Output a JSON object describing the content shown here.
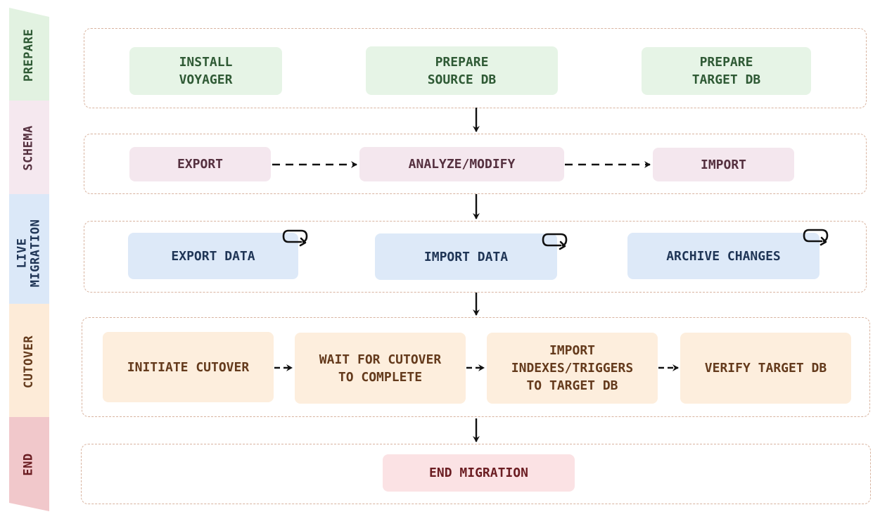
{
  "phases": [
    {
      "label": "PREPARE"
    },
    {
      "label": "SCHEMA"
    },
    {
      "label": "LIVE\nMIGRATION"
    },
    {
      "label": "CUTOVER"
    },
    {
      "label": "END"
    }
  ],
  "prepare": {
    "install": "INSTALL\nVOYAGER",
    "source": "PREPARE\nSOURCE DB",
    "target": "PREPARE\nTARGET DB"
  },
  "schema": {
    "export": "EXPORT",
    "analyze": "ANALYZE/MODIFY",
    "import": "IMPORT"
  },
  "live": {
    "export_data": "EXPORT DATA",
    "import_data": "IMPORT DATA",
    "archive": "ARCHIVE CHANGES"
  },
  "cutover": {
    "initiate": "INITIATE CUTOVER",
    "wait": "WAIT FOR CUTOVER\nTO COMPLETE",
    "import_indexes": "IMPORT\nINDEXES/TRIGGERS\nTO TARGET DB",
    "verify": "VERIFY TARGET DB"
  },
  "end": {
    "end_migration": "END MIGRATION"
  },
  "colors": {
    "prepare_tab": "#e2f2e1",
    "schema_tab": "#f5e8ef",
    "live_tab": "#dbe8f8",
    "cutover_tab": "#fdebd8",
    "end_tab": "#f1c8cb",
    "lane_border": "#d8b39f",
    "arrow": "#111111"
  },
  "icons": {
    "repeat": "loop-icon",
    "arrow": "arrow-down-icon"
  }
}
